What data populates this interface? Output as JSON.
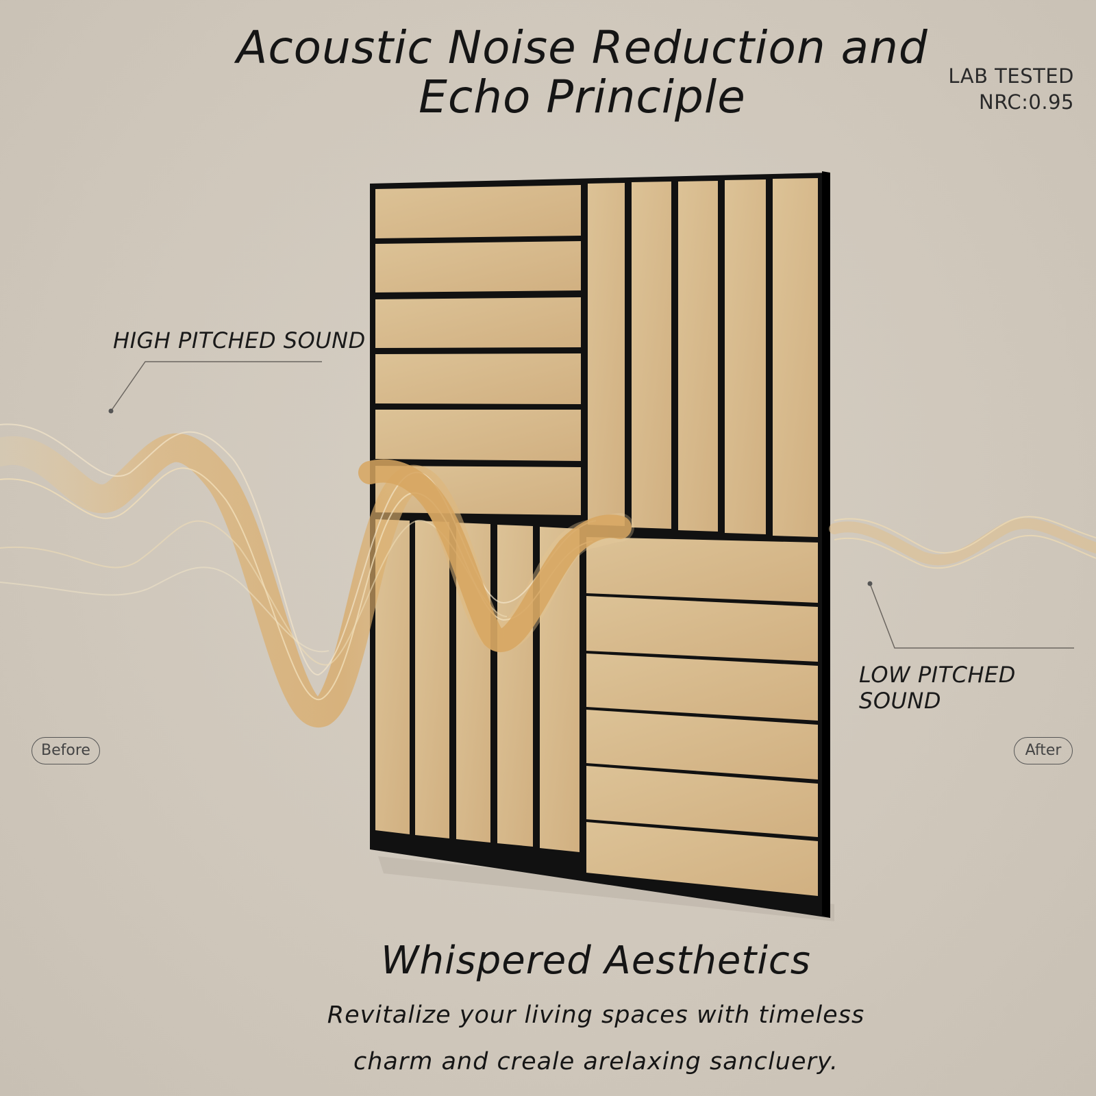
{
  "title": {
    "line1": "Acoustic Noise Reduction and",
    "line2": "Echo Principle"
  },
  "badge": {
    "line1": "LAB TESTED",
    "line2": "NRC:0.95"
  },
  "labels": {
    "high": "HIGH PITCHED SOUND",
    "low": "LOW PITCHED SOUND",
    "before": "Before",
    "after": "After"
  },
  "footer": {
    "heading": "Whispered Aesthetics",
    "line1": "Revitalize your living spaces with timeless",
    "line2": "charm and creale arelaxing sancluery."
  },
  "colors": {
    "background": "#d2cabe",
    "panel_felt": "#d6b98a",
    "panel_frame": "#0f0f0f",
    "wave": "#e2b878"
  }
}
